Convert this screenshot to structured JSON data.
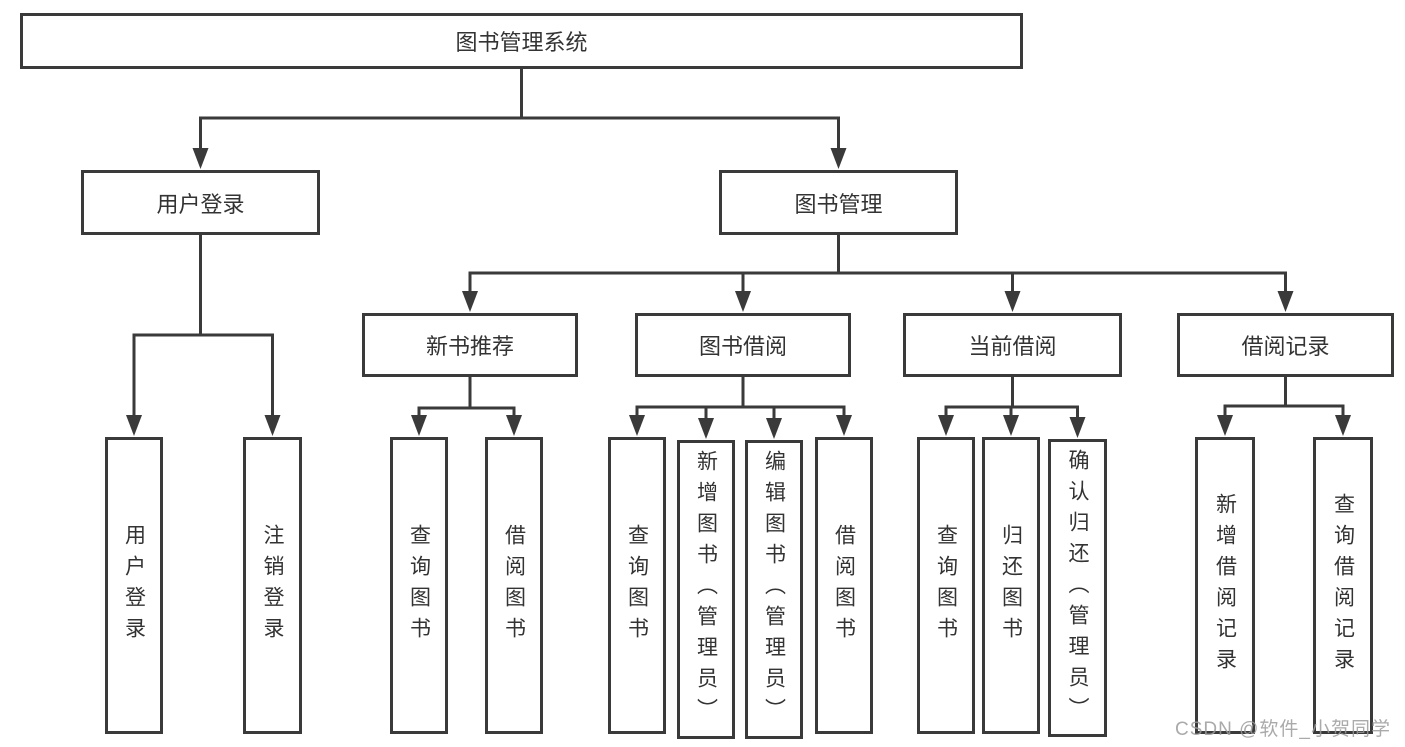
{
  "diagram": {
    "title": "图书管理系统",
    "nodes": [
      {
        "id": "root",
        "label": "图书管理系统",
        "parent": null
      },
      {
        "id": "user-login",
        "label": "用户登录",
        "parent": "root"
      },
      {
        "id": "book-mgmt",
        "label": "图书管理",
        "parent": "root"
      },
      {
        "id": "new-book-rec",
        "label": "新书推荐",
        "parent": "book-mgmt"
      },
      {
        "id": "book-borrow",
        "label": "图书借阅",
        "parent": "book-mgmt"
      },
      {
        "id": "current-borrow",
        "label": "当前借阅",
        "parent": "book-mgmt"
      },
      {
        "id": "borrow-record",
        "label": "借阅记录",
        "parent": "book-mgmt"
      },
      {
        "id": "leaf-user-login",
        "label": "用户登录",
        "parent": "user-login"
      },
      {
        "id": "leaf-logout",
        "label": "注销登录",
        "parent": "user-login"
      },
      {
        "id": "leaf-query-book-1",
        "label": "查询图书",
        "parent": "new-book-rec"
      },
      {
        "id": "leaf-borrow-book-1",
        "label": "借阅图书",
        "parent": "new-book-rec"
      },
      {
        "id": "leaf-query-book-2",
        "label": "查询图书",
        "parent": "book-borrow"
      },
      {
        "id": "leaf-add-book",
        "label": "新增图书（管理员）",
        "parent": "book-borrow"
      },
      {
        "id": "leaf-edit-book",
        "label": "编辑图书（管理员）",
        "parent": "book-borrow"
      },
      {
        "id": "leaf-borrow-book-2",
        "label": "借阅图书",
        "parent": "book-borrow"
      },
      {
        "id": "leaf-query-book-3",
        "label": "查询图书",
        "parent": "current-borrow"
      },
      {
        "id": "leaf-return-book",
        "label": "归还图书",
        "parent": "current-borrow"
      },
      {
        "id": "leaf-confirm-return",
        "label": "确认归还（管理员）",
        "parent": "current-borrow"
      },
      {
        "id": "leaf-add-record",
        "label": "新增借阅记录",
        "parent": "borrow-record"
      },
      {
        "id": "leaf-query-record",
        "label": "查询借阅记录",
        "parent": "borrow-record"
      }
    ]
  },
  "watermark": {
    "text": "CSDN @软件_小贺同学"
  },
  "colors": {
    "line": "#3a3a3a",
    "border": "#3a3a3a",
    "text": "#333333",
    "background": "#ffffff",
    "watermark": "#9b9b9b"
  }
}
